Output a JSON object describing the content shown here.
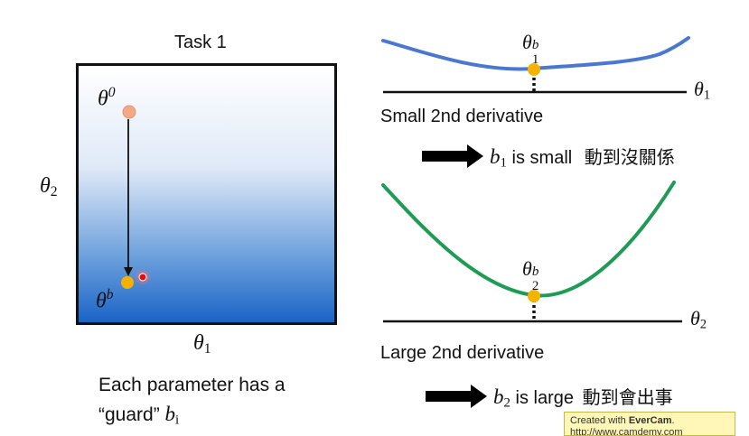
{
  "left_panel": {
    "title": "Task 1",
    "start_label": "θ",
    "start_sup": "0",
    "end_label": "θ",
    "end_sup": "b",
    "y_axis_label": "θ",
    "y_axis_sub": "2",
    "x_axis_label": "θ",
    "x_axis_sub": "1",
    "caption_line1": "Each parameter has a",
    "caption_line2_quote": "“guard”",
    "caption_line2_var": "b",
    "caption_line2_sub": "i"
  },
  "top_plot": {
    "point_label": "θ",
    "point_sub": "1",
    "point_sup": "b",
    "axis_label": "θ",
    "axis_sub": "1",
    "caption": "Small 2nd derivative",
    "result_var": "b",
    "result_sub": "1",
    "result_text": "is small",
    "result_cjk": "動到沒關係",
    "curve_color": "#4a78d0"
  },
  "bottom_plot": {
    "point_label": "θ",
    "point_sub": "2",
    "point_sup": "b",
    "axis_label": "θ",
    "axis_sub": "2",
    "caption": "Large 2nd derivative",
    "result_var": "b",
    "result_sub": "2",
    "result_text": "is large",
    "result_cjk": "動到會出事",
    "curve_color": "#1e9b55"
  },
  "watermark": {
    "prefix": "Created with",
    "brand": "EverCam",
    "suffix": ".",
    "url": "http://www.camdemy.com"
  },
  "colors": {
    "point_orange": "#f5b300",
    "start_point": "#f2a98a",
    "gradient_bottom": "#1a64c7"
  }
}
